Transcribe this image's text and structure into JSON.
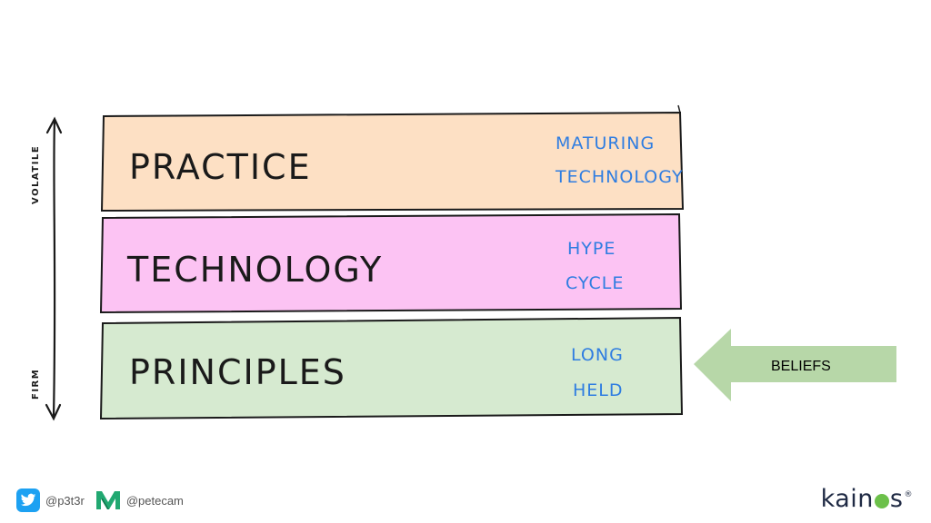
{
  "layers": [
    {
      "label": "PRACTICE",
      "note_lines": [
        "MATURING",
        "TECHNOLOGY"
      ],
      "fill": "#fde0c4"
    },
    {
      "label": "TECHNOLOGY",
      "note_lines": [
        "HYPE",
        "CYCLE"
      ],
      "fill": "#fcc3f3"
    },
    {
      "label": "PRINCIPLES",
      "note_lines": [
        "LONG",
        "HELD"
      ],
      "fill": "#d6ead0"
    }
  ],
  "axis": {
    "top_label": "VOLATILE",
    "bottom_label": "FIRM"
  },
  "arrow": {
    "label": "BELIEFS",
    "fill": "#b7d7a8"
  },
  "footer": {
    "twitter_handle": "@p3t3r",
    "medium_handle": "@petecam"
  },
  "brand": {
    "name_prefix": "kain",
    "name_suffix": "s",
    "registered": "®",
    "dot_color": "#6cc04a"
  },
  "colors": {
    "note": "#2f7de1",
    "ink": "#1a1a1a"
  }
}
